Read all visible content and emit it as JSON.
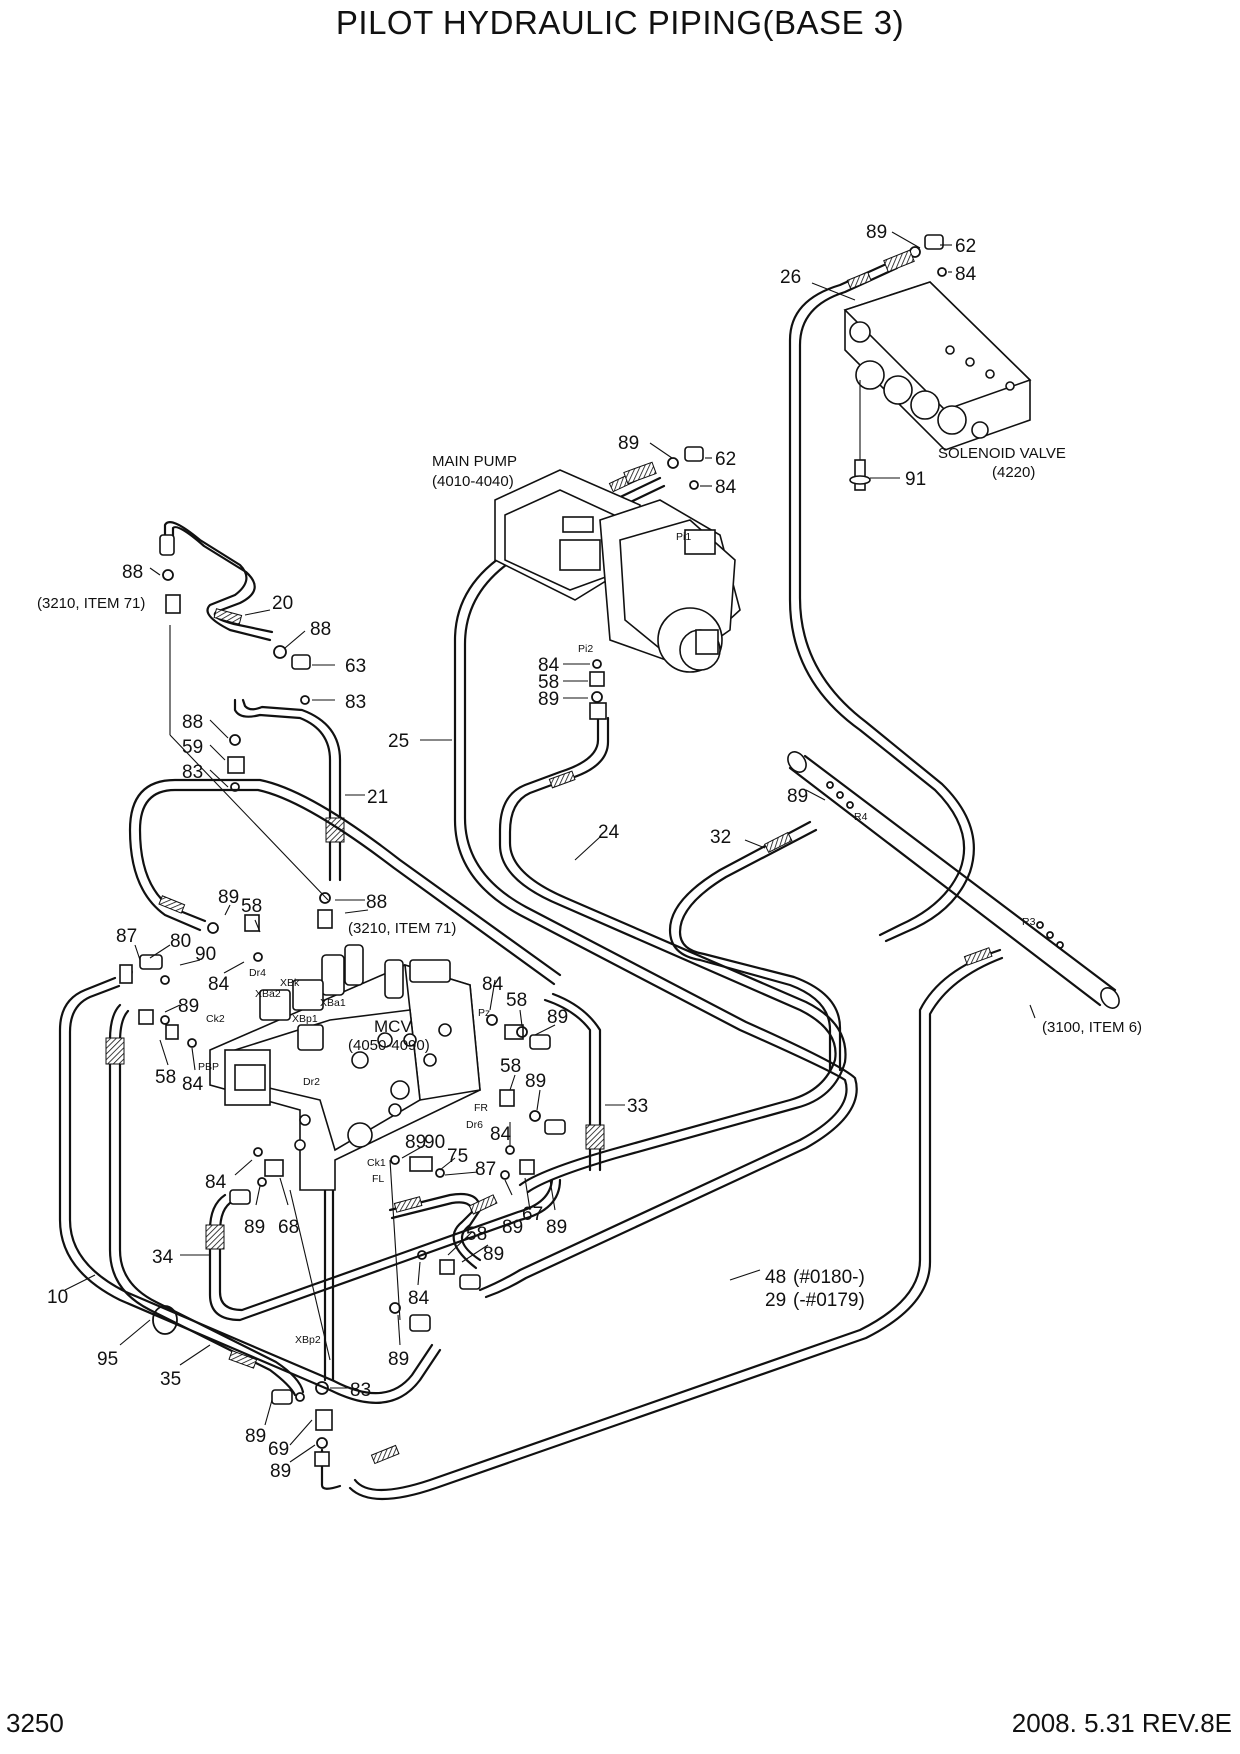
{
  "header": {
    "title": "PILOT HYDRAULIC PIPING(BASE 3)"
  },
  "footer": {
    "page_number": "3250",
    "revision": "2008. 5.31  REV.8E"
  },
  "components": {
    "main_pump": {
      "name": "MAIN PUMP",
      "ref": "(4010-4040)"
    },
    "solenoid_valve": {
      "name": "SOLENOID VALVE",
      "ref": "(4220)"
    },
    "mcv": {
      "name": "MCV",
      "ref": "(4050-4090)"
    }
  },
  "references": {
    "item71_a": "(3210, ITEM 71)",
    "item71_b": "(3210, ITEM 71)",
    "item6": "(3100, ITEM 6)"
  },
  "ports": {
    "pi1": "Pi1",
    "pi2": "Pi2",
    "dr4": "Dr4",
    "xbk": "XBk",
    "xba2": "XBa2",
    "xba1": "XBa1",
    "xbp1": "XBp1",
    "ck2": "Ck2",
    "pbp": "PBP",
    "dr2": "Dr2",
    "pz": "Pz",
    "fr": "FR",
    "dr6": "Dr6",
    "ck1": "Ck1",
    "fl": "FL",
    "xbp2": "XBp2",
    "r4": "R4",
    "r3": "R3"
  },
  "callouts": [
    "89",
    "62",
    "84",
    "26",
    "91",
    "89",
    "62",
    "84",
    "88",
    "20",
    "88",
    "63",
    "83",
    "88",
    "59",
    "83",
    "21",
    "25",
    "84",
    "58",
    "89",
    "24",
    "89",
    "32",
    "88",
    "89",
    "58",
    "87",
    "80",
    "90",
    "84",
    "89",
    "58",
    "84",
    "84",
    "58",
    "89",
    "58",
    "89",
    "84",
    "33",
    "89",
    "90",
    "75",
    "87",
    "84",
    "89",
    "68",
    "89",
    "67",
    "89",
    "34",
    "58",
    "89",
    "84",
    "48",
    "(#0180-)",
    "29",
    "(-#0179)",
    "10",
    "95",
    "89",
    "35",
    "83",
    "89",
    "69",
    "89"
  ]
}
